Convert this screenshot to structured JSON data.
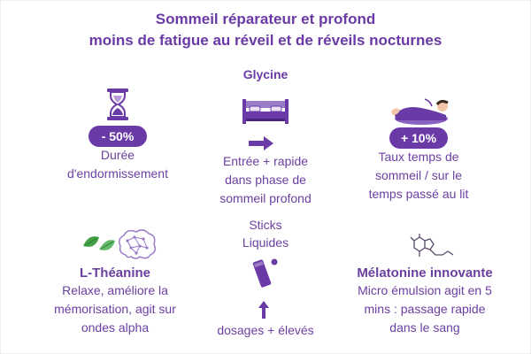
{
  "title_line1": "Sommeil réparateur et profond",
  "title_line2": "moins de fatigue au réveil et de réveils nocturnes",
  "subtitle": "Glycine",
  "glycine": {
    "left": {
      "badge": "- 50%",
      "line1": "Durée",
      "line2": "d'endormissement",
      "icon": "hourglass-icon"
    },
    "center": {
      "line1": "Entrée + rapide",
      "line2": "dans phase de",
      "line3": "sommeil profond",
      "icon": "bed-icon"
    },
    "right": {
      "badge": "+ 10%",
      "line1": "Taux temps de",
      "line2": "sommeil / sur le",
      "line3": "temps passé au lit",
      "icon": "sleeping-person-icon"
    }
  },
  "theanine": {
    "title": "L-Théanine",
    "line1": "Relaxe, améliore la",
    "line2": "mémorisation, agit sur",
    "line3": "ondes alpha",
    "icons": [
      "leaves-icon",
      "brain-icon"
    ]
  },
  "sticks": {
    "line1": "Sticks",
    "line2": "Liquides",
    "bottom": "dosages + élevés",
    "icon": "stick-sachet-icon"
  },
  "melatonin": {
    "title": "Mélatonine innovante",
    "line1": "Micro émulsion agit en 5",
    "line2": "mins : passage rapide",
    "line3": "dans le sang",
    "icon": "molecule-icon"
  },
  "colors": {
    "accent": "#6a3aa6",
    "text": "#6b3fa0",
    "leaf": "#4caf50"
  }
}
